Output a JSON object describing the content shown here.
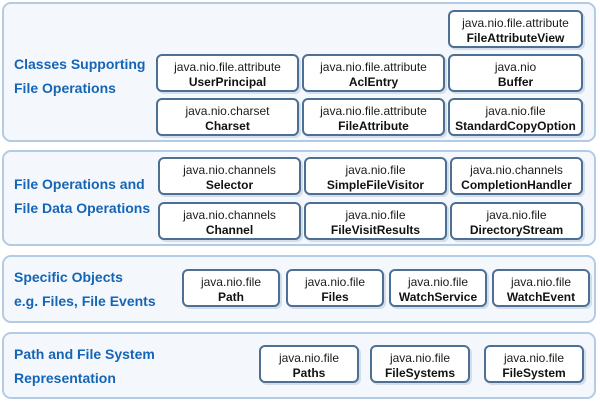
{
  "bands": [
    {
      "title_lines": [
        "Classes Supporting",
        "File Operations"
      ],
      "classes": [
        {
          "package": "java.nio.file.attribute",
          "name": "FileAttributeView"
        },
        {
          "package": "java.nio.file.attribute",
          "name": "UserPrincipal"
        },
        {
          "package": "java.nio.file.attribute",
          "name": "AclEntry"
        },
        {
          "package": "java.nio",
          "name": "Buffer"
        },
        {
          "package": "java.nio.charset",
          "name": "Charset"
        },
        {
          "package": "java.nio.file.attribute",
          "name": "FileAttribute"
        },
        {
          "package": "java.nio.file",
          "name": "StandardCopyOption"
        }
      ]
    },
    {
      "title_lines": [
        "File Operations and",
        "File Data Operations"
      ],
      "classes": [
        {
          "package": "java.nio.channels",
          "name": "Selector"
        },
        {
          "package": "java.nio.file",
          "name": "SimpleFileVisitor"
        },
        {
          "package": "java.nio.channels",
          "name": "CompletionHandler"
        },
        {
          "package": "java.nio.channels",
          "name": "Channel"
        },
        {
          "package": "java.nio.file",
          "name": "FileVisitResults"
        },
        {
          "package": "java.nio.file",
          "name": "DirectoryStream"
        }
      ]
    },
    {
      "title_lines": [
        "Specific Objects",
        "e.g. Files, File Events"
      ],
      "classes": [
        {
          "package": "java.nio.file",
          "name": "Path"
        },
        {
          "package": "java.nio.file",
          "name": "Files"
        },
        {
          "package": "java.nio.file",
          "name": "WatchService"
        },
        {
          "package": "java.nio.file",
          "name": "WatchEvent"
        }
      ]
    },
    {
      "title_lines": [
        "Path and File System",
        "Representation"
      ],
      "classes": [
        {
          "package": "java.nio.file",
          "name": "Paths"
        },
        {
          "package": "java.nio.file",
          "name": "FileSystems"
        },
        {
          "package": "java.nio.file",
          "name": "FileSystem"
        }
      ]
    }
  ],
  "colors": {
    "band_fill": "#f4f8fd",
    "band_border": "#b3cbe4",
    "title_text": "#1565b6",
    "box_border": "#4d6f94"
  }
}
